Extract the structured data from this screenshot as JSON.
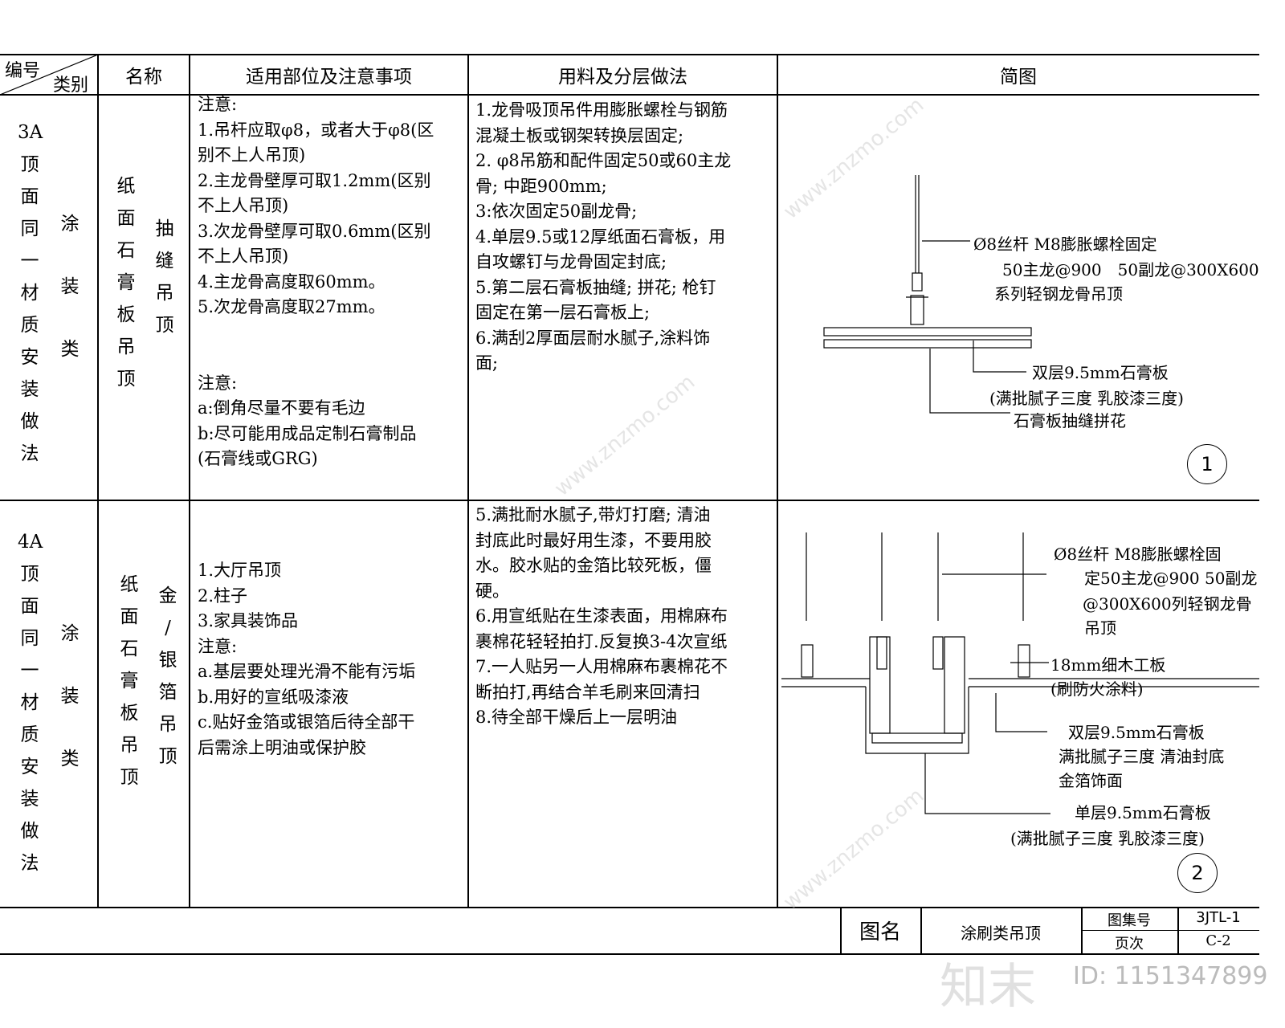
{
  "header": {
    "number": "编号",
    "category": "类别",
    "name": "名称",
    "application": "适用部位及注意事项",
    "materials": "用料及分层做法",
    "diagram": "简图"
  },
  "rows": [
    {
      "code": [
        "3A",
        "顶",
        "面",
        "同",
        "一",
        "材",
        "质",
        "安",
        "装",
        "做",
        "法"
      ],
      "category": [
        "涂",
        "装",
        "类"
      ],
      "name_left": [
        "纸",
        "面",
        "石",
        "膏",
        "板",
        "吊",
        "顶"
      ],
      "name_right": [
        "抽",
        "缝",
        "吊",
        "顶"
      ],
      "application": "注意:\n1.吊杆应取φ8，或者大于φ8(区\n别不上人吊顶)\n2.主龙骨壁厚可取1.2mm(区别\n不上人吊顶)\n3.次龙骨壁厚可取0.6mm(区别\n不上人吊顶)\n4.主龙骨高度取60mm。\n5.次龙骨高度取27mm。\n\n\n注意:\na:倒角尽量不要有毛边\nb:尽可能用成品定制石膏制品\n(石膏线或GRG)",
      "materials": "1.龙骨吸顶吊件用膨胀螺栓与钢筋\n混凝土板或钢架转换层固定;\n2. φ8吊筋和配件固定50或60主龙\n骨; 中距900mm;\n3:依次固定50副龙骨;\n4.单层9.5或12厚纸面石膏板，用\n自攻螺钉与龙骨固定封底;\n5.第二层石膏板抽缝; 拼花; 枪钉\n固定在第一层石膏板上;\n6.满刮2厚面层耐水腻子,涂料饰\n面;",
      "diagram": {
        "labels": [
          "Ø8丝杆 M8膨胀螺栓固定",
          "50主龙@900　50副龙@300X600",
          "系列轻钢龙骨吊顶",
          "双层9.5mm石膏板",
          "(满批腻子三度 乳胶漆三度)",
          "石膏板抽缝拼花"
        ],
        "number": "1"
      }
    },
    {
      "code": [
        "4A",
        "顶",
        "面",
        "同",
        "一",
        "材",
        "质",
        "安",
        "装",
        "做",
        "法"
      ],
      "category": [
        "涂",
        "装",
        "类"
      ],
      "name_left": [
        "纸",
        "面",
        "石",
        "膏",
        "板",
        "吊",
        "顶"
      ],
      "name_right": [
        "金",
        "/",
        "银",
        "箔",
        "吊",
        "顶"
      ],
      "application": "1.大厅吊顶\n2.柱子\n3.家具装饰品\n注意:\na.基层要处理光滑不能有污垢\nb.用好的宣纸吸漆液\nc.贴好金箔或银箔后待全部干\n后需涂上明油或保护胶",
      "materials": "5.满批耐水腻子,带灯打磨; 清油\n封底此时最好用生漆，不要用胶\n水。胶水贴的金箔比较死板，僵\n硬。\n6.用宣纸贴在生漆表面，用棉麻布\n裹棉花轻轻拍打.反复换3-4次宣纸\n7.一人贴另一人用棉麻布裹棉花不\n断拍打,再结合羊毛刷来回清扫\n8.待全部干燥后上一层明油",
      "diagram": {
        "labels": [
          "Ø8丝杆 M8膨胀螺栓固",
          "定50主龙@900 50副龙",
          "@300X600列轻钢龙骨",
          "吊顶",
          "18mm细木工板",
          "(刷防火涂料)",
          "双层9.5mm石膏板",
          "满批腻子三度 清油封底",
          "金箔饰面",
          "单层9.5mm石膏板",
          "(满批腻子三度 乳胶漆三度)"
        ],
        "number": "2"
      }
    }
  ],
  "footer": {
    "title_label": "图名",
    "title": "涂刷类吊顶",
    "atlas_label": "图集号",
    "atlas": "3JTL-1",
    "page_label": "页次",
    "page": "C-2"
  },
  "watermark": {
    "logo": "知末",
    "id": "ID: 1151347899",
    "site": "www.znzmo.com"
  }
}
